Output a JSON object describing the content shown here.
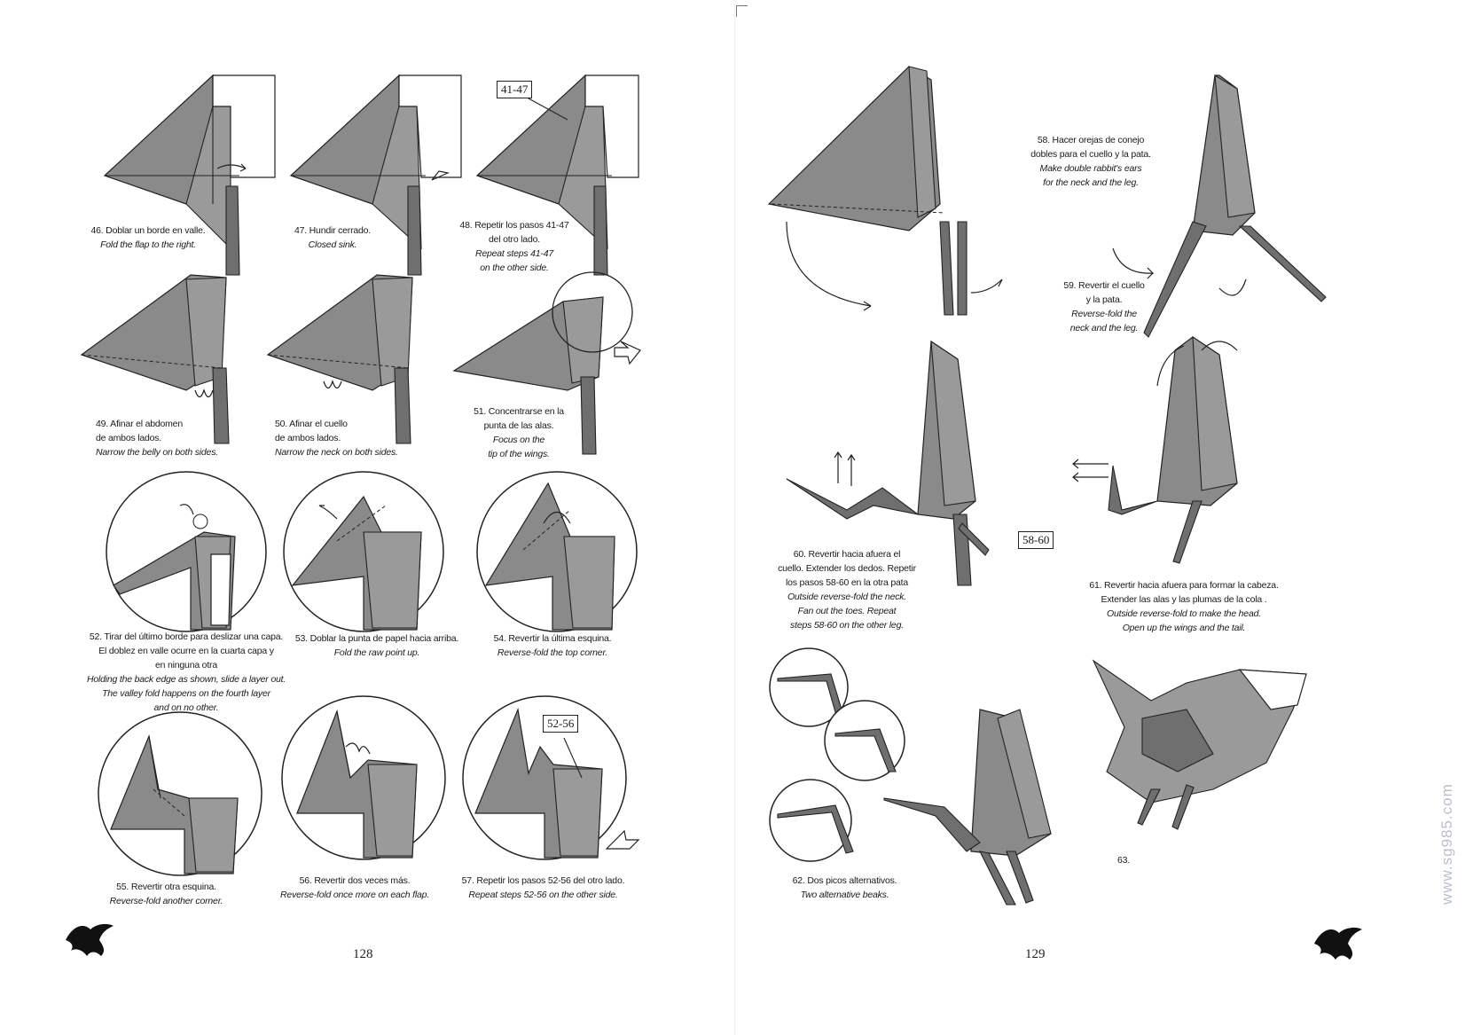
{
  "pages": {
    "left_number": "128",
    "right_number": "129"
  },
  "watermark": "www.sg985.com",
  "steps": {
    "s46": {
      "es": "46. Doblar un borde en valle.",
      "en": "Fold the flap to the right."
    },
    "s47": {
      "es": "47. Hundir cerrado.",
      "en": "Closed sink."
    },
    "s48": {
      "es1": "48. Repetir los pasos 41-47",
      "es2": "del otro lado.",
      "en1": "Repeat steps 41-47",
      "en2": "on the other side.",
      "ref": "41-47"
    },
    "s49": {
      "es1": "49. Afinar el abdomen",
      "es2": "de ambos lados.",
      "en": "Narrow the belly on both sides."
    },
    "s50": {
      "es1": "50. Afinar el cuello",
      "es2": "de ambos lados.",
      "en": "Narrow the neck on both sides."
    },
    "s51": {
      "es1": "51. Concentrarse en la",
      "es2": "punta de las alas.",
      "en1": "Focus on the",
      "en2": "tip of the wings."
    },
    "s52": {
      "es1": "52. Tirar del último borde para deslizar una capa.",
      "es2": "El doblez en valle ocurre en la cuarta capa y",
      "es3": "en ninguna otra",
      "en1": "Holding the back edge as shown, slide a layer out.",
      "en2": "The valley fold happens on the fourth layer",
      "en3": "and on no other."
    },
    "s53": {
      "es": "53. Doblar la punta de papel hacia arriba.",
      "en": "Fold the raw point up."
    },
    "s54": {
      "es": "54. Revertir la última esquina.",
      "en": "Reverse-fold the top corner."
    },
    "s55": {
      "es": "55. Revertir otra esquina.",
      "en": "Reverse-fold another corner."
    },
    "s56": {
      "es": "56. Revertir dos veces más.",
      "en": "Reverse-fold once more on each flap."
    },
    "s57": {
      "es": "57. Repetir los pasos 52-56 del otro lado.",
      "en": "Repeat steps 52-56 on the other side.",
      "ref": "52-56"
    },
    "s58": {
      "es1": "58. Hacer orejas de conejo",
      "es2": "dobles para el cuello y la pata.",
      "en1": "Make double rabbit's ears",
      "en2": "for the neck and the leg."
    },
    "s59": {
      "es1": "59. Revertir el cuello",
      "es2": "y la pata.",
      "en1": "Reverse-fold the",
      "en2": "neck and the leg."
    },
    "s60": {
      "es1": "60. Revertir hacia afuera el",
      "es2": "cuello. Extender los dedos. Repetir",
      "es3": "los pasos 58-60 en la otra pata",
      "en1": "Outside reverse-fold the neck.",
      "en2": "Fan out the toes. Repeat",
      "en3": "steps 58-60 on the other leg.",
      "ref": "58-60"
    },
    "s61": {
      "es1": "61. Revertir hacia afuera para formar la cabeza.",
      "es2": "Extender las alas y las plumas de la cola .",
      "en1": "Outside reverse-fold to make the head.",
      "en2": "Open up the wings and the tail."
    },
    "s62": {
      "es": "62. Dos picos alternativos.",
      "en": "Two alternative beaks."
    },
    "s63": {
      "es": "63."
    }
  },
  "colors": {
    "paper": "#8a8a8a",
    "ink": "#222222",
    "watermark": "#b9c0cb"
  },
  "icons": [
    "eagle-logo-icon"
  ]
}
